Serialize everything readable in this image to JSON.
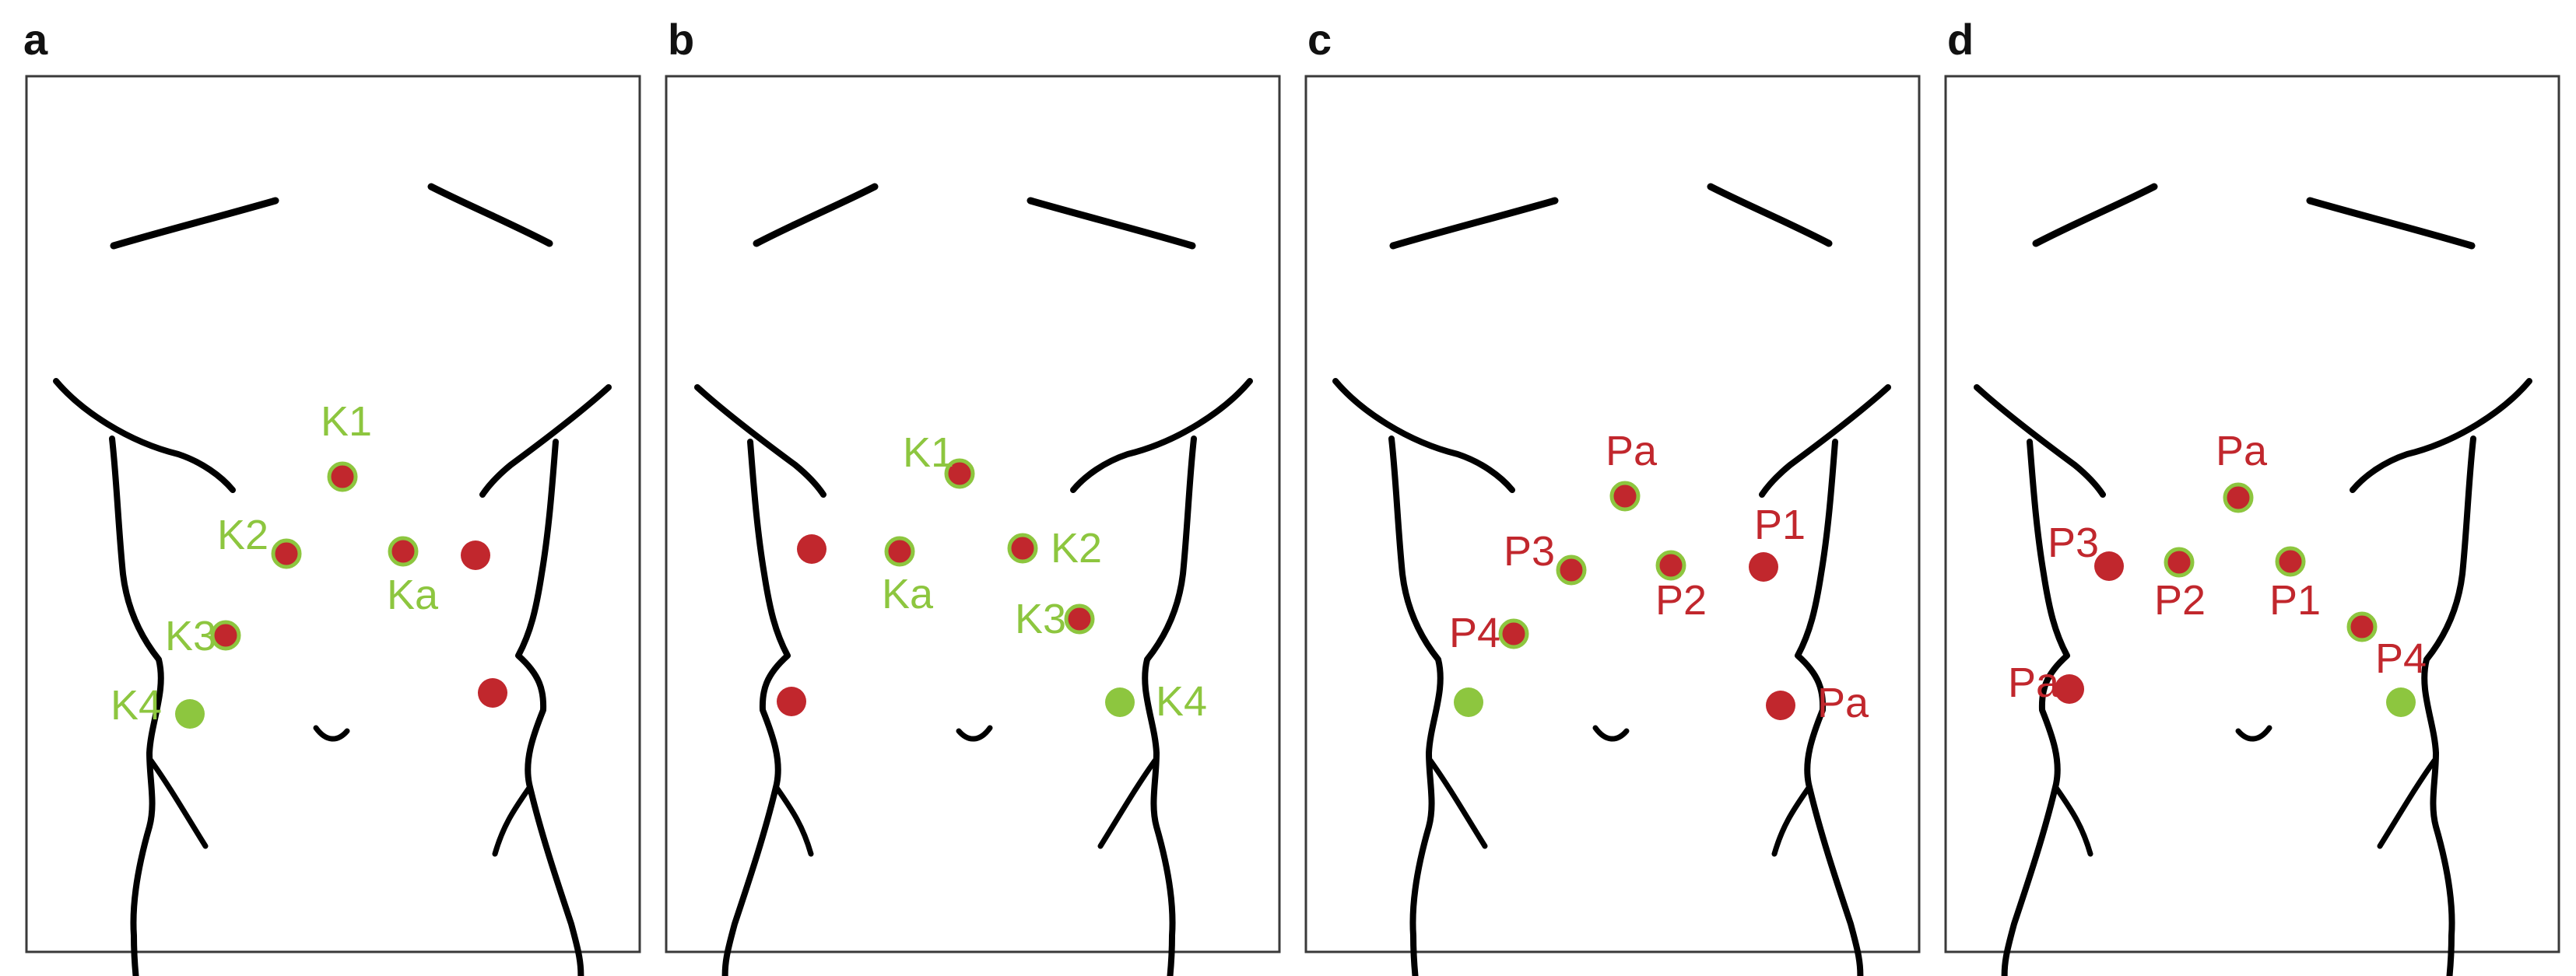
{
  "colors": {
    "green": "#8dc63f",
    "red": "#c1272d",
    "frame": "#3a3a3a",
    "ink": "#000000"
  },
  "panels": [
    {
      "letter": "a",
      "ports": [
        {
          "label": "K1",
          "labelColor": "green",
          "fill": "red",
          "ring": true
        },
        {
          "label": "K2",
          "labelColor": "green",
          "fill": "red",
          "ring": true
        },
        {
          "label": "Ka",
          "labelColor": "green",
          "fill": "red",
          "ring": true
        },
        {
          "label": "",
          "labelColor": "green",
          "fill": "red",
          "ring": false
        },
        {
          "label": "K3",
          "labelColor": "green",
          "fill": "red",
          "ring": true
        },
        {
          "label": "K4",
          "labelColor": "green",
          "fill": "green",
          "ring": false
        },
        {
          "label": "",
          "labelColor": "green",
          "fill": "red",
          "ring": false
        }
      ]
    },
    {
      "letter": "b",
      "ports": [
        {
          "label": "K1",
          "labelColor": "green",
          "fill": "red",
          "ring": true
        },
        {
          "label": "",
          "labelColor": "green",
          "fill": "red",
          "ring": false
        },
        {
          "label": "Ka",
          "labelColor": "green",
          "fill": "red",
          "ring": true
        },
        {
          "label": "K2",
          "labelColor": "green",
          "fill": "red",
          "ring": true
        },
        {
          "label": "K3",
          "labelColor": "green",
          "fill": "red",
          "ring": true
        },
        {
          "label": "",
          "labelColor": "green",
          "fill": "red",
          "ring": false
        },
        {
          "label": "K4",
          "labelColor": "green",
          "fill": "green",
          "ring": false
        }
      ]
    },
    {
      "letter": "c",
      "ports": [
        {
          "label": "Pa",
          "labelColor": "red",
          "fill": "red",
          "ring": true
        },
        {
          "label": "P3",
          "labelColor": "red",
          "fill": "red",
          "ring": true
        },
        {
          "label": "P2",
          "labelColor": "red",
          "fill": "red",
          "ring": true
        },
        {
          "label": "P1",
          "labelColor": "red",
          "fill": "red",
          "ring": false
        },
        {
          "label": "P4",
          "labelColor": "red",
          "fill": "red",
          "ring": true
        },
        {
          "label": "",
          "labelColor": "red",
          "fill": "green",
          "ring": false
        },
        {
          "label": "Pa",
          "labelColor": "red",
          "fill": "red",
          "ring": false
        }
      ]
    },
    {
      "letter": "d",
      "ports": [
        {
          "label": "Pa",
          "labelColor": "red",
          "fill": "red",
          "ring": true
        },
        {
          "label": "P3",
          "labelColor": "red",
          "fill": "red",
          "ring": false
        },
        {
          "label": "P2",
          "labelColor": "red",
          "fill": "red",
          "ring": true
        },
        {
          "label": "P1",
          "labelColor": "red",
          "fill": "red",
          "ring": true
        },
        {
          "label": "P4",
          "labelColor": "red",
          "fill": "red",
          "ring": true
        },
        {
          "label": "Pa",
          "labelColor": "red",
          "fill": "red",
          "ring": false
        },
        {
          "label": "",
          "labelColor": "red",
          "fill": "green",
          "ring": false
        }
      ]
    }
  ]
}
